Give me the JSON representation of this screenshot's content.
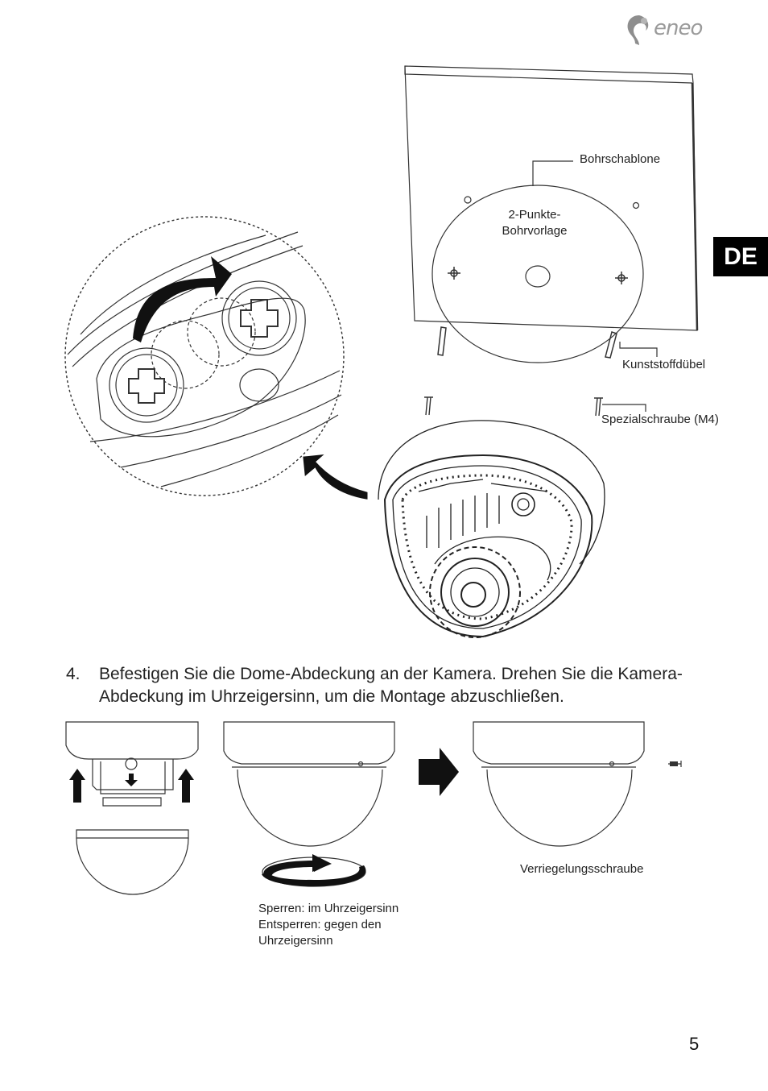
{
  "header": {
    "brand": "eneo",
    "language_tab": "DE"
  },
  "figure_top": {
    "labels": {
      "template": "Bohrschablone",
      "two_point": "2-Punkte-\nBohrvorlage",
      "dowel": "Kunststoffdübel",
      "screw": "Spezialschraube (M4)"
    }
  },
  "step": {
    "number": "4.",
    "text": "Befestigen Sie die Dome-Abdeckung an der Kamera. Drehen Sie die Kamera-Abdeckung im Uhrzeigersinn, um die Montage abzuschließen."
  },
  "figure_bottom": {
    "rotation_label": "Sperren: im Uhrzeigersinn\nEntsperren: gegen den\nUhrzeigersinn",
    "lock_screw_label": "Verriegelungsschraube"
  },
  "footer": {
    "page_number": "5"
  }
}
